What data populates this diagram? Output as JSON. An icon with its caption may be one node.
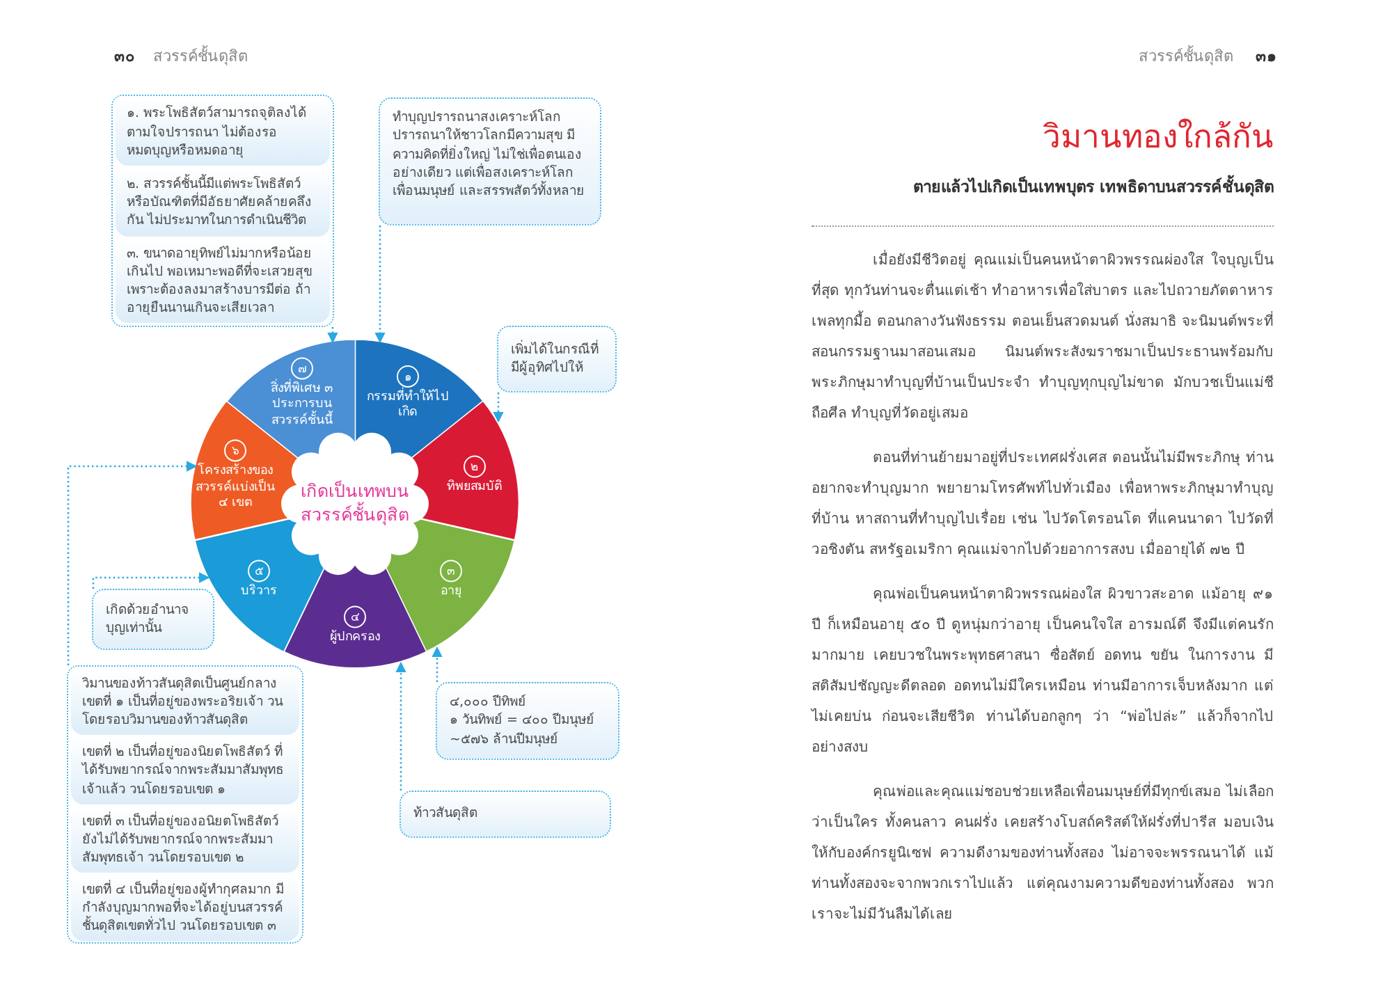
{
  "diagram": {
    "title": "วิมานทองใกล้กัน",
    "nodes": [
      {
        "text": [
          "เกิดเป็นเทพบนสวรรค์ชั้นดุสิต"
        ]
      },
      {
        "text": [
          "๑",
          "กรรมที่ทำให้ไปเกิด"
        ]
      },
      {
        "text": [
          "๒",
          "ทิพยสมบัติ"
        ]
      },
      {
        "text": [
          "๓",
          "อายุ"
        ]
      },
      {
        "text": [
          "๔",
          "ผู้ปกครอง"
        ]
      },
      {
        "text": [
          "๕",
          "บริวาร"
        ]
      },
      {
        "text": [
          "๖",
          "โครงสร้างของสวรรค์แบ่งเป็น ๔ เขต"
        ]
      },
      {
        "text": [
          "๗",
          "สิ่งที่พิเศษ ๓ ประการบนสวรรค์ชั้นนี้"
        ]
      },
      {
        "text": [],
        "shape": "box"
      },
      {
        "text": [
          "๑. พระโพธิสัตว์สามารถจุติลงได้ตามใจปรารถนา ไม่ต้องรอหมดบุญหรือหมดอายุ"
        ],
        "in": 8
      },
      {
        "text": [
          "๒. สวรรค์ชั้นนี้มีแต่พระโพธิสัตว์หรือบัณฑิตที่มีอัธยาศัยคล้ายคลึงกัน ไม่ประมาทในการดำเนินชีวิต"
        ],
        "in": 8
      },
      {
        "text": [
          "๓. ขนาดอายุทิพย์ไม่มากหรือน้อยเกินไป พอเหมาะพอดีที่จะเสวยสุข เพราะต้องลงมาสร้างบารมีต่อ ถ้าอายุยืนนานเกินจะเสียเวลา"
        ],
        "in": 8
      },
      {
        "text": [
          "ทำบุญปรารถนาสงเคราะห์โลก ปรารถนาให้ชาวโลกมีความสุข มีความคิดที่ยิ่งใหญ่ ไม่ใช่เพื่อตนเองอย่างเดียว แต่เพื่อสงเคราะห์โลก เพื่อนมนุษย์ และสรรพสัตว์ทั้งหลาย"
        ]
      },
      {
        "text": [
          "เพิ่มได้ในกรณีที่มีผู้อุทิศไปให้"
        ]
      },
      {
        "text": [
          "๔,๐๐๐ ปีทิพย์",
          "๑ วันทิพย์ = ๔๐๐ ปีมนุษย์",
          "~๕๗๖ ล้านปีมนุษย์"
        ]
      },
      {
        "text": [
          "ท้าวสันดุสิต"
        ]
      },
      {
        "text": [
          "เกิดด้วยอำนาจบุญเท่านั้น"
        ]
      },
      {
        "text": [],
        "shape": "box"
      },
      {
        "text": [
          "วิมานของท้าวสันดุสิตเป็นศูนย์กลาง เขตที่ ๑ เป็นที่อยู่ของพระอริยเจ้า วนโดยรอบวิมานของท้าวสันดุสิต"
        ],
        "in": 17
      },
      {
        "text": [
          "เขตที่ ๒ เป็นที่อยู่ของนิยตโพธิสัตว์ ที่ได้รับพยากรณ์จากพระสัมมาสัมพุทธเจ้าแล้ว วนโดยรอบเขต ๑"
        ],
        "in": 17
      },
      {
        "text": [
          "เขตที่ ๓ เป็นที่อยู่ของอนิยตโพธิสัตว์ ยังไม่ได้รับพยากรณ์จากพระสัมมาสัมพุทธเจ้า วนโดยรอบเขต ๒"
        ],
        "in": 17
      },
      {
        "text": [
          "เขตที่ ๔ เป็นที่อยู่ของผู้ทำกุศลมาก มีกำลังบุญมากพอที่จะได้อยู่บนสวรรค์ชั้นดุสิตเขตทั่วไป วนโดยรอบเขต ๓"
        ],
        "in": 17
      }
    ],
    "edges": [
      {
        "from": 8,
        "to": 7,
        "arrow": "to"
      },
      {
        "from": 12,
        "to": 1,
        "arrow": "to"
      },
      {
        "from": 13,
        "to": 2,
        "arrow": "to"
      },
      {
        "from": 14,
        "to": 3,
        "arrow": "to"
      },
      {
        "from": 15,
        "to": 4,
        "arrow": "to"
      },
      {
        "from": 16,
        "to": 5,
        "arrow": "to"
      },
      {
        "from": 17,
        "to": 6,
        "arrow": "to"
      }
    ],
    "labels": [
      "๓๐",
      "สวรรค์ชั้นดุสิต",
      "สวรรค์ชั้นดุสิต",
      "๓๑",
      "ตายแล้วไปเกิดเป็นเทพบุตร เทพธิดาบนสวรรค์ชั้นดุสิต",
      "เมื่อยังมีชีวิตอยู่ คุณแม่เป็นคนหน้าตาผิวพรรณผ่องใส ใจบุญเป็นที่สุด ทุกวันท่านจะตื่นแต่เช้า ทำอาหารเพื่อใส่บาตร และไปถวายภัตตาหารเพลทุกมื้อ ตอนกลางวันฟังธรรม ตอนเย็นสวดมนต์ นั่งสมาธิ จะนิมนต์พระที่สอนกรรมฐานมาสอนเสมอ นิมนต์พระสังฆราชมาเป็นประธานพร้อมกับพระภิกษุมาทำบุญที่บ้านเป็นประจำ ทำบุญทุกบุญไม่ขาด มักบวชเป็นแม่ชี ถือศีล ทำบุญที่วัดอยู่เสมอ",
      "ตอนที่ท่านย้ายมาอยู่ที่ประเทศฝรั่งเศส ตอนนั้นไม่มีพระภิกษุ ท่านอยากจะทำบุญมาก พยายามโทรศัพท์ไปทั่วเมือง เพื่อหาพระภิกษุมาทำบุญที่บ้าน หาสถานที่ทำบุญไปเรื่อย เช่น ไปวัดโตรอนโต ที่แคนนาดา ไปวัดที่วอชิงตัน สหรัฐอเมริกา คุณแม่จากไปด้วยอาการสงบ เมื่ออายุได้ ๗๒ ปี",
      "คุณพ่อเป็นคนหน้าตาผิวพรรณผ่องใส ผิวขาวสะอาด แม้อายุ ๙๑ ปี ก็เหมือนอายุ ๕๐ ปี ดูหนุ่มกว่าอายุ เป็นคนใจใส อารมณ์ดี จึงมีแต่คนรักมากมาย เคยบวชในพระพุทธศาสนา ซื่อสัตย์ อดทน ขยัน ในการงาน มีสติสัมปชัญญะดีตลอด อดทนไม่มีใครเหมือน ท่านมีอาการเจ็บหลังมาก แต่ไม่เคยบ่น ก่อนจะเสียชีวิต ท่านได้บอกลูกๆ ว่า “พ่อไปล่ะ” แล้วก็จากไปอย่างสงบ",
      "คุณพ่อและคุณแม่ชอบช่วยเหลือเพื่อนมนุษย์ที่มีทุกข์เสมอ ไม่เลือกว่าเป็นใคร ทั้งคนลาว คนฝรั่ง เคยสร้างโบสถ์คริสต์ให้ฝรั่งที่ปารีส มอบเงินให้กับองค์กรยูนิเซฟ ความดีงามของท่านทั้งสอง ไม่อาจจะพรรณนาได้ แม้ท่านทั้งสองจะจากพวกเราไปแล้ว แต่คุณงามความดีของท่านทั้งสอง พวกเราจะไม่มีวันลืมได้เลย"
    ]
  }
}
